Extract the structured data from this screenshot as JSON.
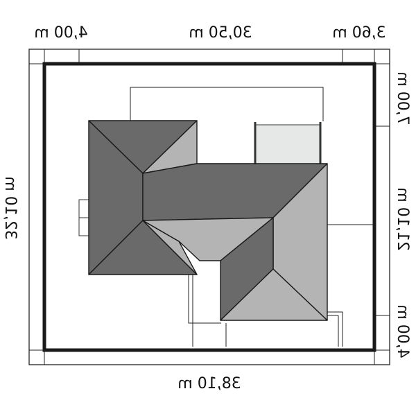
{
  "plan": {
    "dimensions": {
      "top_left": "4,00 m",
      "top_middle": "30,50 m",
      "top_right": "3,60 m",
      "bottom": "38,10 m",
      "left": "32,10 m",
      "right_top": "7,00 m",
      "right_middle": "21,10 m",
      "right_bottom": "4,00 m"
    },
    "colors": {
      "roof_dark": "#6a6a6a",
      "roof_light": "#b4b4b4",
      "terrace": "#e6e8e8",
      "boundary": "#1a1a1a",
      "line": "#222222"
    }
  }
}
